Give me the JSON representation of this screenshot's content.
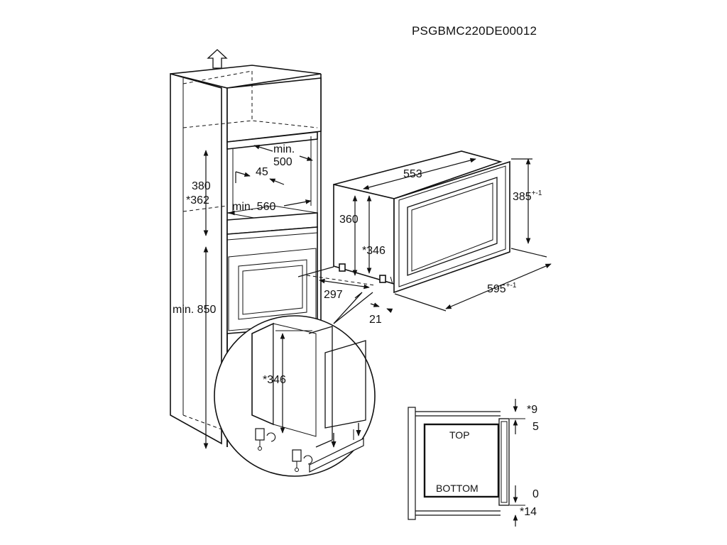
{
  "document_code": "PSGBMC220DE00012",
  "niche": {
    "min_width_1": "min.",
    "min_width_2": "500",
    "depth_offset": "45",
    "height": "380",
    "height_alt": "*362",
    "min_width_inner": "min. 560",
    "min_floor_height": "min. 850"
  },
  "appliance": {
    "depth": "553",
    "height_body": "360",
    "height_feet": "*346",
    "front_height": "385",
    "front_height_tol": "+-1",
    "front_width": "595",
    "front_width_tol": "+-1",
    "side_depth": "297",
    "front_thickness": "21"
  },
  "detail": {
    "height": "*346"
  },
  "door_gap": {
    "top_label": "TOP",
    "bottom_label": "BOTTOM",
    "gap_top_star": "*9",
    "gap_top": "5",
    "gap_bottom": "0",
    "gap_bottom_star": "*14"
  }
}
